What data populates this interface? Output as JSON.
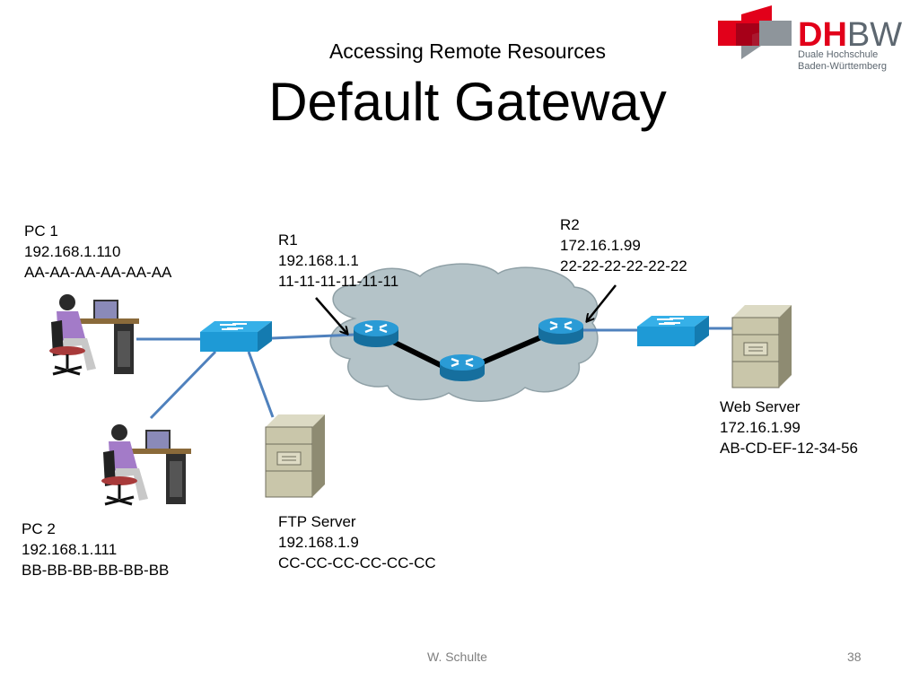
{
  "header": {
    "subtitle": "Accessing Remote Resources",
    "title": "Default Gateway"
  },
  "logo": {
    "brand_red": "DH",
    "brand_gray": "BW",
    "line1": "Duale Hochschule",
    "line2": "Baden-Württemberg",
    "colors": {
      "red": "#e2001a",
      "gray": "#5d6770"
    }
  },
  "devices": {
    "pc1": {
      "name": "PC 1",
      "ip": "192.168.1.110",
      "mac": "AA-AA-AA-AA-AA-AA"
    },
    "pc2": {
      "name": "PC 2",
      "ip": "192.168.1.111",
      "mac": "BB-BB-BB-BB-BB-BB"
    },
    "r1": {
      "name": "R1",
      "ip": "192.168.1.1",
      "mac": "11-11-11-11-11-11"
    },
    "r2": {
      "name": "R2",
      "ip": "172.16.1.99",
      "mac": "22-22-22-22-22-22"
    },
    "ftp": {
      "name": "FTP Server",
      "ip": "192.168.1.9",
      "mac": "CC-CC-CC-CC-CC-CC"
    },
    "web": {
      "name": "Web Server",
      "ip": "172.16.1.99",
      "mac": "AB-CD-EF-12-34-56"
    }
  },
  "colors": {
    "link": "#4f81bd",
    "cloud": "#b4c3c8",
    "router": "#1e8bc3",
    "switch": "#1e9ad6",
    "server": "#c9c6aa"
  },
  "footer": {
    "author": "W. Schulte",
    "page": "38"
  }
}
